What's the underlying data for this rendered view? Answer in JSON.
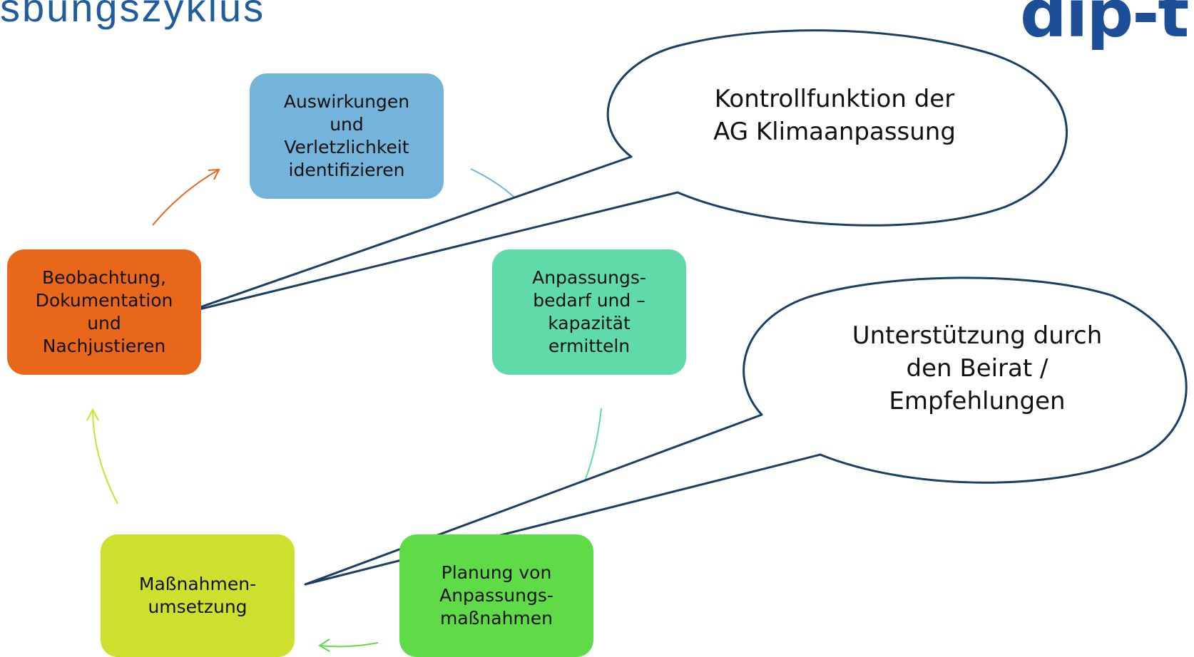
{
  "slide": {
    "title": "sbungszyklus",
    "logo_text": "dip-t"
  },
  "colors": {
    "title": "#1f5d9c",
    "logo": "#1d4f98",
    "box_auswirkungen": "#75b4da",
    "box_anpassungsbedarf": "#5fdba9",
    "box_planung": "#5fdb47",
    "box_umsetzung": "#cde02e",
    "box_beobachtung": "#e8671a",
    "bubble_stroke": "#1b3e63"
  },
  "cycle": {
    "steps": [
      {
        "id": "auswirkungen",
        "label": "Auswirkungen\nund\nVerletzlichkeit\nidentifizieren"
      },
      {
        "id": "anpassungsbedarf",
        "label": "Anpassungs-\nbedarf und –\nkapazität\nermitteln"
      },
      {
        "id": "planung",
        "label": "Planung von\nAnpassungs-\nmaßnahmen"
      },
      {
        "id": "umsetzung",
        "label": "Maßnahmen-\numsetzung"
      },
      {
        "id": "beobachtung",
        "label": "Beobachtung,\nDokumentation\nund\nNachjustieren"
      }
    ]
  },
  "callouts": {
    "kontroll": "Kontrollfunktion der\nAG Klimaanpassung",
    "beirat": "Unterstützung durch\nden Beirat /\nEmpfehlungen"
  }
}
